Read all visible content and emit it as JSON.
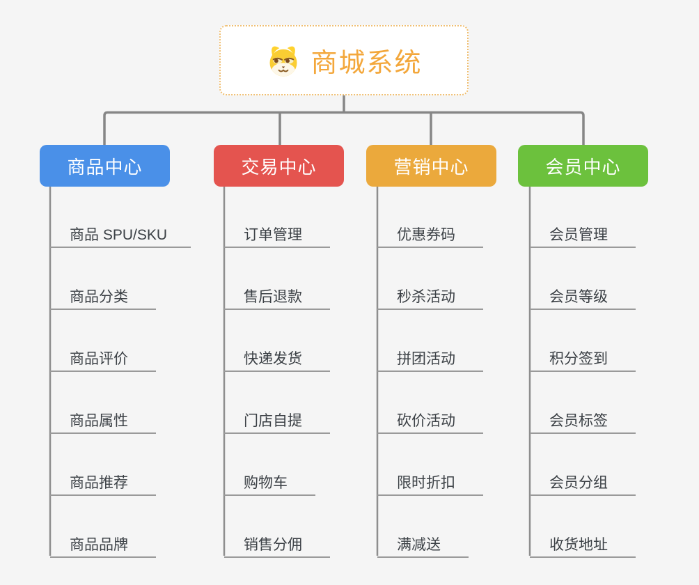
{
  "app": {
    "type": "mindmap-org-chart",
    "background_color": "#f5f5f5"
  },
  "root": {
    "label": "商城系统",
    "icon": "dog-face-icon",
    "text_color": "#f3a73b",
    "border_color": "#f0bf72",
    "background": "#ffffff"
  },
  "branches": [
    {
      "label": "商品中心",
      "color": "#4a90e8",
      "items": [
        "商品 SPU/SKU",
        "商品分类",
        "商品评价",
        "商品属性",
        "商品推荐",
        "商品品牌"
      ]
    },
    {
      "label": "交易中心",
      "color": "#e4544f",
      "items": [
        "订单管理",
        "售后退款",
        "快递发货",
        "门店自提",
        "购物车",
        "销售分佣"
      ]
    },
    {
      "label": "营销中心",
      "color": "#eba93c",
      "items": [
        "优惠券码",
        "秒杀活动",
        "拼团活动",
        "砍价活动",
        "限时折扣",
        "满减送"
      ]
    },
    {
      "label": "会员中心",
      "color": "#6cc13d",
      "items": [
        "会员管理",
        "会员等级",
        "积分签到",
        "会员标签",
        "会员分组",
        "收货地址"
      ]
    }
  ],
  "styles": {
    "connector_color": "#868686",
    "underline_color": "#9a9a9a",
    "leaf_text_color": "#3b4045"
  }
}
